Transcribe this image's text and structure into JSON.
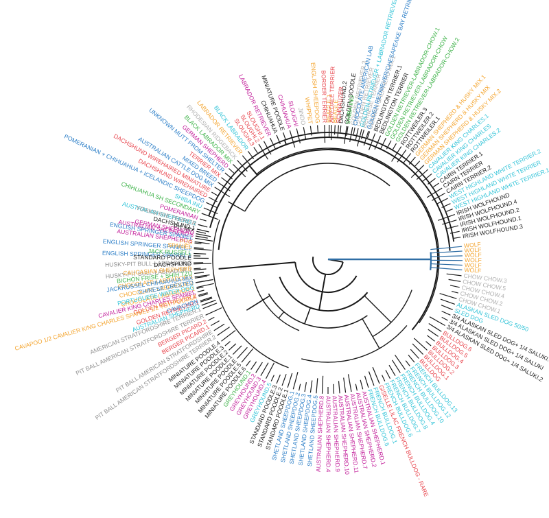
{
  "colors": {
    "branch": "#1a1a1a",
    "highlight": "#2f6ea5",
    "palette": {
      "k": "#222222",
      "g": "#8f8f8f",
      "r": "#e8474f",
      "p": "#c21f9a",
      "b": "#2f80c8",
      "c": "#34c4d8",
      "n": "#3fb34a",
      "o": "#f4a632",
      "a": "#b0b0b0"
    }
  },
  "leaves": [
    {
      "a": 195,
      "t": "AUSTRALIAN SHEPHERD.1",
      "c": "c"
    },
    {
      "a": 192,
      "t": "PIT MIX",
      "c": "k"
    },
    {
      "a": 190,
      "t": "AUSTRALIAN SHEPHERD.6",
      "c": "p"
    },
    {
      "a": 187.5,
      "t": "AUSTRALIAN SHEPHERD.5",
      "c": "p"
    },
    {
      "a": 184.5,
      "t": "ENGLISH SPRINGER SPANIEL.2",
      "c": "b"
    },
    {
      "a": 181.5,
      "t": "ENGLISH SPRINGER SPANIEL.1",
      "c": "b"
    },
    {
      "a": 178.5,
      "t": "HUSKY-PIT BULL-LABRADOR.2",
      "c": "g"
    },
    {
      "a": 175.5,
      "t": "HUSKY-PIT BULL-LABRADOR.1",
      "c": "g"
    },
    {
      "a": 172.5,
      "t": "CHOCOLATE LABRADOR.3",
      "c": "o"
    },
    {
      "a": 170,
      "t": "CHOCOLATE LABRADOR.2",
      "c": "o"
    },
    {
      "a": 167.5,
      "t": "CHOCOLATE LABRADOR.1",
      "c": "o"
    },
    {
      "a": 164.5,
      "t": "GOLDEN RETRIEVER.2",
      "c": "r"
    },
    {
      "a": 161.5,
      "t": "GOLDEN RETRIEVER.1",
      "c": "r"
    },
    {
      "a": 158.5,
      "t": "AMERICAN STRATFORDSHIRE TERRIER.1",
      "c": "g"
    },
    {
      "a": 155.5,
      "t": "PIT BALL AMERICAN STRATFORDSHIRE TERRIER",
      "c": "g"
    },
    {
      "a": 153,
      "t": "BERGER PICARD.2",
      "c": "r"
    },
    {
      "a": 150.5,
      "t": "BERGER PICARD.1",
      "c": "r"
    },
    {
      "a": 148,
      "t": "PIT BALL AMERICAN STRATFORDSHIRE",
      "c": "g"
    },
    {
      "a": 145.5,
      "t": "PIT BALL AMERICAN STRATFORDSHIRE TERRIER.2",
      "c": "g"
    },
    {
      "a": 142.5,
      "t": "MINIATURE POODLE.4",
      "c": "k"
    },
    {
      "a": 140,
      "t": "MINIATURE POODLE.3",
      "c": "k"
    },
    {
      "a": 137.5,
      "t": "MINIATURE POODLE.2",
      "c": "k"
    },
    {
      "a": 135,
      "t": "MINIATURE POODLE.1",
      "c": "k"
    },
    {
      "a": 132.5,
      "t": "MINIATURE POODLE",
      "c": "k"
    },
    {
      "a": 130,
      "t": "MINIATURE POODLE.5",
      "c": "k"
    },
    {
      "a": 127.5,
      "t": "MINIATURE POODLE.6",
      "c": "k"
    },
    {
      "a": 125,
      "t": "GREYHOUND.1",
      "c": "n"
    },
    {
      "a": 122.5,
      "t": "GREYHOUND.2",
      "c": "p"
    },
    {
      "a": 120,
      "t": "GREYHOUND.3",
      "c": "p"
    },
    {
      "a": 117.5,
      "t": "GREYHOUND.4",
      "c": "p"
    },
    {
      "a": 115,
      "t": "GREYHOUND.5",
      "c": "c"
    },
    {
      "a": 112.5,
      "t": "STANDARD POODLE.3",
      "c": "k"
    },
    {
      "a": 110,
      "t": "STANDARD POODLE.2",
      "c": "k"
    },
    {
      "a": 107.5,
      "t": "STANDARD POODLE.1",
      "c": "k"
    },
    {
      "a": 105,
      "t": "SHETLAND SHEEPDOG.1",
      "c": "b"
    },
    {
      "a": 102.5,
      "t": "SHETLAND SHEEPDOG.2",
      "c": "b"
    },
    {
      "a": 100,
      "t": "SHETLAND SHEEPDOG.3",
      "c": "b"
    },
    {
      "a": 97.5,
      "t": "SHETLAND SHEEPDOG.4",
      "c": "b"
    },
    {
      "a": 95,
      "t": "SHETLAND SHEEPDOG.5",
      "c": "b"
    },
    {
      "a": 92.5,
      "t": "AUSTRALIAN SHEPHERD.8",
      "c": "p"
    },
    {
      "a": 90,
      "t": "AUSTRALIAN SHEPHERD.4",
      "c": "p"
    },
    {
      "a": 87.5,
      "t": "AUSTRALIAN SHEPHERD.9",
      "c": "p"
    },
    {
      "a": 85,
      "t": "AUSTRALIAN SHEPHERD.10",
      "c": "p"
    },
    {
      "a": 82.5,
      "t": "AUSTRALIAN SHEPHERD.11",
      "c": "p"
    },
    {
      "a": 80,
      "t": "AUSTRALIAN SHEPHERD.7",
      "c": "p"
    },
    {
      "a": 77.5,
      "t": "AUSTRALIAN SHEPHERD.2",
      "c": "p"
    },
    {
      "a": 75,
      "t": "AUSTRALIAN SHEPHERD.1",
      "c": "p"
    },
    {
      "a": 72.5,
      "t": "FRENCH BULLDOG.5",
      "c": "c"
    },
    {
      "a": 70,
      "t": "FRENCH BULLDOG.1",
      "c": "c"
    },
    {
      "a": 67.5,
      "t": "GISELLE LILAC FRENCH BULLDOG - RARE",
      "c": "r"
    },
    {
      "a": 65,
      "t": "FRENCH BULLDOG.6",
      "c": "c"
    },
    {
      "a": 62.5,
      "t": "FRENCH BULLDOG.7",
      "c": "c"
    },
    {
      "a": 60,
      "t": "FRENCH BULLDOG.8",
      "c": "c"
    },
    {
      "a": 57.5,
      "t": "FRENCH BULLDOG.4",
      "c": "c"
    },
    {
      "a": 55,
      "t": "FRENCH BULLDOG.10",
      "c": "c"
    },
    {
      "a": 52.5,
      "t": "FRENCH BULLDOG.12",
      "c": "c"
    },
    {
      "a": 50,
      "t": "FRENCH BULLDOG.13",
      "c": "c"
    },
    {
      "a": 47.5,
      "t": "BULLDOG",
      "c": "r"
    },
    {
      "a": 45,
      "t": "BULLDOG.1",
      "c": "r"
    },
    {
      "a": 42.5,
      "t": "BULLDOG.2",
      "c": "r"
    },
    {
      "a": 40,
      "t": "BULLDOG.3",
      "c": "r"
    },
    {
      "a": 37.5,
      "t": "BULLDOG.4",
      "c": "r"
    },
    {
      "a": 35,
      "t": "BULLDOG.5",
      "c": "r"
    },
    {
      "a": 32.5,
      "t": "BULLDOG.6",
      "c": "r"
    },
    {
      "a": 29.5,
      "t": "3/4 ALASKAN SLED DOG+ 1/4 SALUKI.2",
      "c": "k"
    },
    {
      "a": 27,
      "t": "3/4 ALASKAN SLED DOG+ 1/4 SALUKI",
      "c": "k"
    },
    {
      "a": 24.5,
      "t": "3/4 ALASKAN SLED DOG+ 1/4 SALUKI.1",
      "c": "k"
    },
    {
      "a": 22,
      "t": "SLED DOG",
      "c": "c"
    },
    {
      "a": 19.5,
      "t": "ALASKAN SLED DOG 50/50",
      "c": "c"
    },
    {
      "a": 17,
      "t": "CHOW CHOW.1",
      "c": "a"
    },
    {
      "a": 14.5,
      "t": "CHOW CHOW.2",
      "c": "a"
    },
    {
      "a": 12,
      "t": "CHOW CHOW.4",
      "c": "a"
    },
    {
      "a": 9.5,
      "t": "CHOW CHOW.5",
      "c": "a"
    },
    {
      "a": 7,
      "t": "CHOW CHOW.3",
      "c": "a"
    },
    {
      "a": 4.5,
      "t": "WOLF",
      "c": "o"
    },
    {
      "a": 2.5,
      "t": "WOLF",
      "c": "o"
    },
    {
      "a": 0.5,
      "t": "WOLF",
      "c": "o"
    },
    {
      "a": -1.5,
      "t": "WOLF",
      "c": "o"
    },
    {
      "a": -3.5,
      "t": "WOLF",
      "c": "o"
    },
    {
      "a": -5.5,
      "t": "WOLF",
      "c": "o"
    },
    {
      "a": -9.5,
      "t": "IRISH WOLFHOUND.3",
      "c": "k"
    },
    {
      "a": -12,
      "t": "IRISH WOLFHOUND.1",
      "c": "k"
    },
    {
      "a": -14.5,
      "t": "IRISH WOLFHOUND.2",
      "c": "k"
    },
    {
      "a": -17,
      "t": "IRISH WOLFHOUND.4",
      "c": "k"
    },
    {
      "a": -19.5,
      "t": "IRISH WOLFHOUND",
      "c": "k"
    },
    {
      "a": -22,
      "t": "WEST HIGHLAND WHITE TERRIER.1",
      "c": "c"
    },
    {
      "a": -24.5,
      "t": "WEST HIGHLAND WHITE TERRIER",
      "c": "c"
    },
    {
      "a": -27,
      "t": "WEST HIGHLAND WHITE TERRIER.2",
      "c": "c"
    },
    {
      "a": -29.5,
      "t": "CAIRN TERRIER.2",
      "c": "k"
    },
    {
      "a": -32,
      "t": "CAIRN TERRIER",
      "c": "k"
    },
    {
      "a": -34.5,
      "t": "CAIRN TERRIER.1",
      "c": "k"
    },
    {
      "a": -37,
      "t": "CAVALIER KING CHARLES.2",
      "c": "c"
    },
    {
      "a": -39.5,
      "t": "CAVALIER KING CHARLES",
      "c": "c"
    },
    {
      "a": -42,
      "t": "CAVALIER KING CHARLES.1",
      "c": "c"
    },
    {
      "a": -44.5,
      "t": "GERMAN SHEPHERD & HUSKY MIX.2",
      "c": "o"
    },
    {
      "a": -47,
      "t": "GERMAN SHEPHERD & HUSKY MIX",
      "c": "o"
    },
    {
      "a": -49.5,
      "t": "GERMAN SHEPHERD & HUSKY MIX.1",
      "c": "o"
    },
    {
      "a": -52,
      "t": "ROTTWEILER.1",
      "c": "k"
    },
    {
      "a": -54.5,
      "t": "ROTTWEILER.2",
      "c": "k"
    },
    {
      "a": -57,
      "t": "ROTTWEILER.3",
      "c": "k"
    },
    {
      "a": -59.5,
      "t": "GOLDEN RETRIEVER-LABRADOR-CHOW.2",
      "c": "n"
    },
    {
      "a": -62,
      "t": "GOLDEN RETRIEVER-LABRADOR-CHOW",
      "c": "n"
    },
    {
      "a": -64.5,
      "t": "GOLDEN RETRIEVER-LABRADOR-CHOW.1",
      "c": "n"
    },
    {
      "a": -67,
      "t": "BEDLINGTON TERRIER",
      "c": "k"
    },
    {
      "a": -69.5,
      "t": "BEDLINGTON TERRIER.1",
      "c": "k"
    },
    {
      "a": -72,
      "t": "GERMAN SHEPHERD MIX.1",
      "c": "a"
    },
    {
      "a": -74.5,
      "t": "BERNESE TERRIER",
      "c": "a"
    },
    {
      "a": -77,
      "t": "GOLDEN RETRIEVER",
      "c": "a"
    },
    {
      "a": -79.5,
      "t": "GOLDEN RETRIEVER.3",
      "c": "a"
    },
    {
      "a": -82,
      "t": "GOLDEN DOODLE",
      "c": "k"
    },
    {
      "a": -84.5,
      "t": "DACHSHUND.2",
      "c": "k"
    },
    {
      "a": -87,
      "t": "BEAGLE",
      "c": "o"
    },
    {
      "a": -89.5,
      "t": "BEAGLE.1",
      "c": "o"
    },
    {
      "a": -72.5,
      "t": "GOLDEN RETRIEVER/CHESAPEAKE BAY RETRIEVER",
      "c": "b"
    },
    {
      "a": -75.5,
      "t": "GOLDEN RETRIEVER + LABRADOR RETRIEVER 50/50",
      "c": "c"
    },
    {
      "a": -78.5,
      "t": "CHOCOLATE AMERICAN LAB",
      "c": "b"
    },
    {
      "a": -81.5,
      "t": "SHIBA INU",
      "c": "n"
    },
    {
      "a": -85.5,
      "t": "SCHNAUZER",
      "c": "r"
    },
    {
      "a": -88.5,
      "t": "AIREDALE TERRIER",
      "c": "r"
    },
    {
      "a": -91.5,
      "t": "BORDER TERRIER",
      "c": "r"
    },
    {
      "a": -94.5,
      "t": "ENGLISH SHEEPDOG",
      "c": "o"
    },
    {
      "a": -97.5,
      "t": "WHIPPET",
      "c": "o"
    },
    {
      "a": -100.5,
      "t": "JINDO",
      "c": "a"
    },
    {
      "a": -103.5,
      "t": "SLOUGHI",
      "c": "p"
    },
    {
      "a": -106.5,
      "t": "CHIHUAHUA",
      "c": "p"
    },
    {
      "a": -109.5,
      "t": "MINIATURE POODLE",
      "c": "k"
    },
    {
      "a": -112.5,
      "t": "CHIHUAHUA",
      "c": "k"
    },
    {
      "a": -115.5,
      "t": "LABRADOR RETRIEVER",
      "c": "p"
    },
    {
      "a": -118.5,
      "t": "SLOUGHI.1",
      "c": "r"
    },
    {
      "a": -121,
      "t": "SLOUGHI.2",
      "c": "r"
    },
    {
      "a": -123.5,
      "t": "SLOUGHI.3",
      "c": "r"
    },
    {
      "a": -126.5,
      "t": "BLACK LABRADOR",
      "c": "c"
    },
    {
      "a": -129.5,
      "t": "LABRADOR RETRIEVER",
      "c": "o"
    },
    {
      "a": -132.5,
      "t": "RHODESIAN RIDGEBACK",
      "c": "a"
    },
    {
      "a": -135,
      "t": "BLACK LABRADOR MIX",
      "c": "n"
    },
    {
      "a": -137.5,
      "t": "GERMAN SHEPHERD",
      "c": "p"
    },
    {
      "a": -140,
      "t": "UNKNOWN MUTT FROM SHELTER",
      "c": "b"
    },
    {
      "a": -142.5,
      "t": "TERRIER MIX",
      "c": "r"
    },
    {
      "a": -145,
      "t": "MIXED BREED",
      "c": "b"
    },
    {
      "a": -147.5,
      "t": "AUSTRALIAN CATTLE DOG MIX",
      "c": "b"
    },
    {
      "a": -150,
      "t": "DACHSHUND WIREHAIRED MINIATURE",
      "c": "r"
    },
    {
      "a": -152.5,
      "t": "DACHSHUND WIREHAIRED",
      "c": "r"
    },
    {
      "a": -155,
      "t": "POMERANIAN + CHIHUAHUA + ICELANDIC SHEEPDOG",
      "c": "b"
    },
    {
      "a": -157.5,
      "t": "SHIBA INU",
      "c": "c"
    },
    {
      "a": -160,
      "t": "CHIHUAHUA SH SECONDARY",
      "c": "n"
    },
    {
      "a": -162.5,
      "t": "POMERANIAN",
      "c": "p"
    },
    {
      "a": -165,
      "t": "YORKSHIRE TERRIER",
      "c": "g"
    },
    {
      "a": -167,
      "t": "DACHSHUND.1",
      "c": "k"
    },
    {
      "a": -169,
      "t": "GERMAN SHEPHERD",
      "c": "p"
    },
    {
      "a": -171,
      "t": "ENGLISH SPRINGER SPANIEL",
      "c": "b"
    },
    {
      "a": -173,
      "t": "PUG",
      "c": "o"
    },
    {
      "a": -175,
      "t": "SPANIEL",
      "c": "o"
    },
    {
      "a": -177.5,
      "t": "JACK RUSSELL",
      "c": "n"
    },
    {
      "a": -179.5,
      "t": "STANDARD POODLE",
      "c": "k"
    },
    {
      "a": 178,
      "t": "DACHSHUND",
      "c": "k"
    },
    {
      "a": 176,
      "t": "CAUCASIAN SHEPHERD",
      "c": "o"
    },
    {
      "a": 174,
      "t": "BICHON FRISE + SHIH TZU",
      "c": "n"
    },
    {
      "a": 172,
      "t": "JACKRUSSEL CHIHUAHUA MIX",
      "c": "b"
    },
    {
      "a": 170,
      "t": "CHINESE CRESTED",
      "c": "b"
    },
    {
      "a": 168,
      "t": "PORTUGUESE WATER DOG",
      "c": "c"
    },
    {
      "a": 166,
      "t": "CAVALIER KING CHARLES SPANIEL",
      "c": "p"
    },
    {
      "a": 164,
      "t": "CAVAPOO 1/2 CAVALIER KING CHARLES SPANIEL 1/2 TOY POODLE",
      "c": "o"
    },
    {
      "a": 162,
      "t": "CAVACHON",
      "c": "b"
    },
    {
      "a": 160,
      "t": "AUSTRALIAN SHEPHERD",
      "c": "c"
    }
  ]
}
